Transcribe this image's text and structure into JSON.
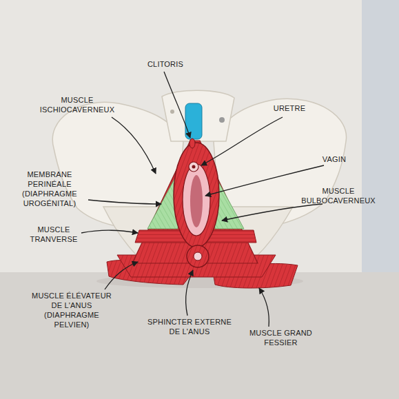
{
  "diagram": {
    "labels": [
      "CLITORIS",
      "MUSCLE ISCHIOCAVERNEUX",
      "URETRE",
      "VAGIN",
      "MEMBRANE PERINÉALE (DIAPHRAGME UROGÉNITAL)",
      "MUSCLE BULBOCAVERNEUX",
      "MUSCLE TRANVERSE",
      "MUSCLE ÉLÉVATEUR DE L'ANUS (DIAPHRAGME PELVIEN)",
      "SPHINCTER EXTERNE DE L'ANUS",
      "MUSCLE GRAND FESSIER"
    ]
  }
}
